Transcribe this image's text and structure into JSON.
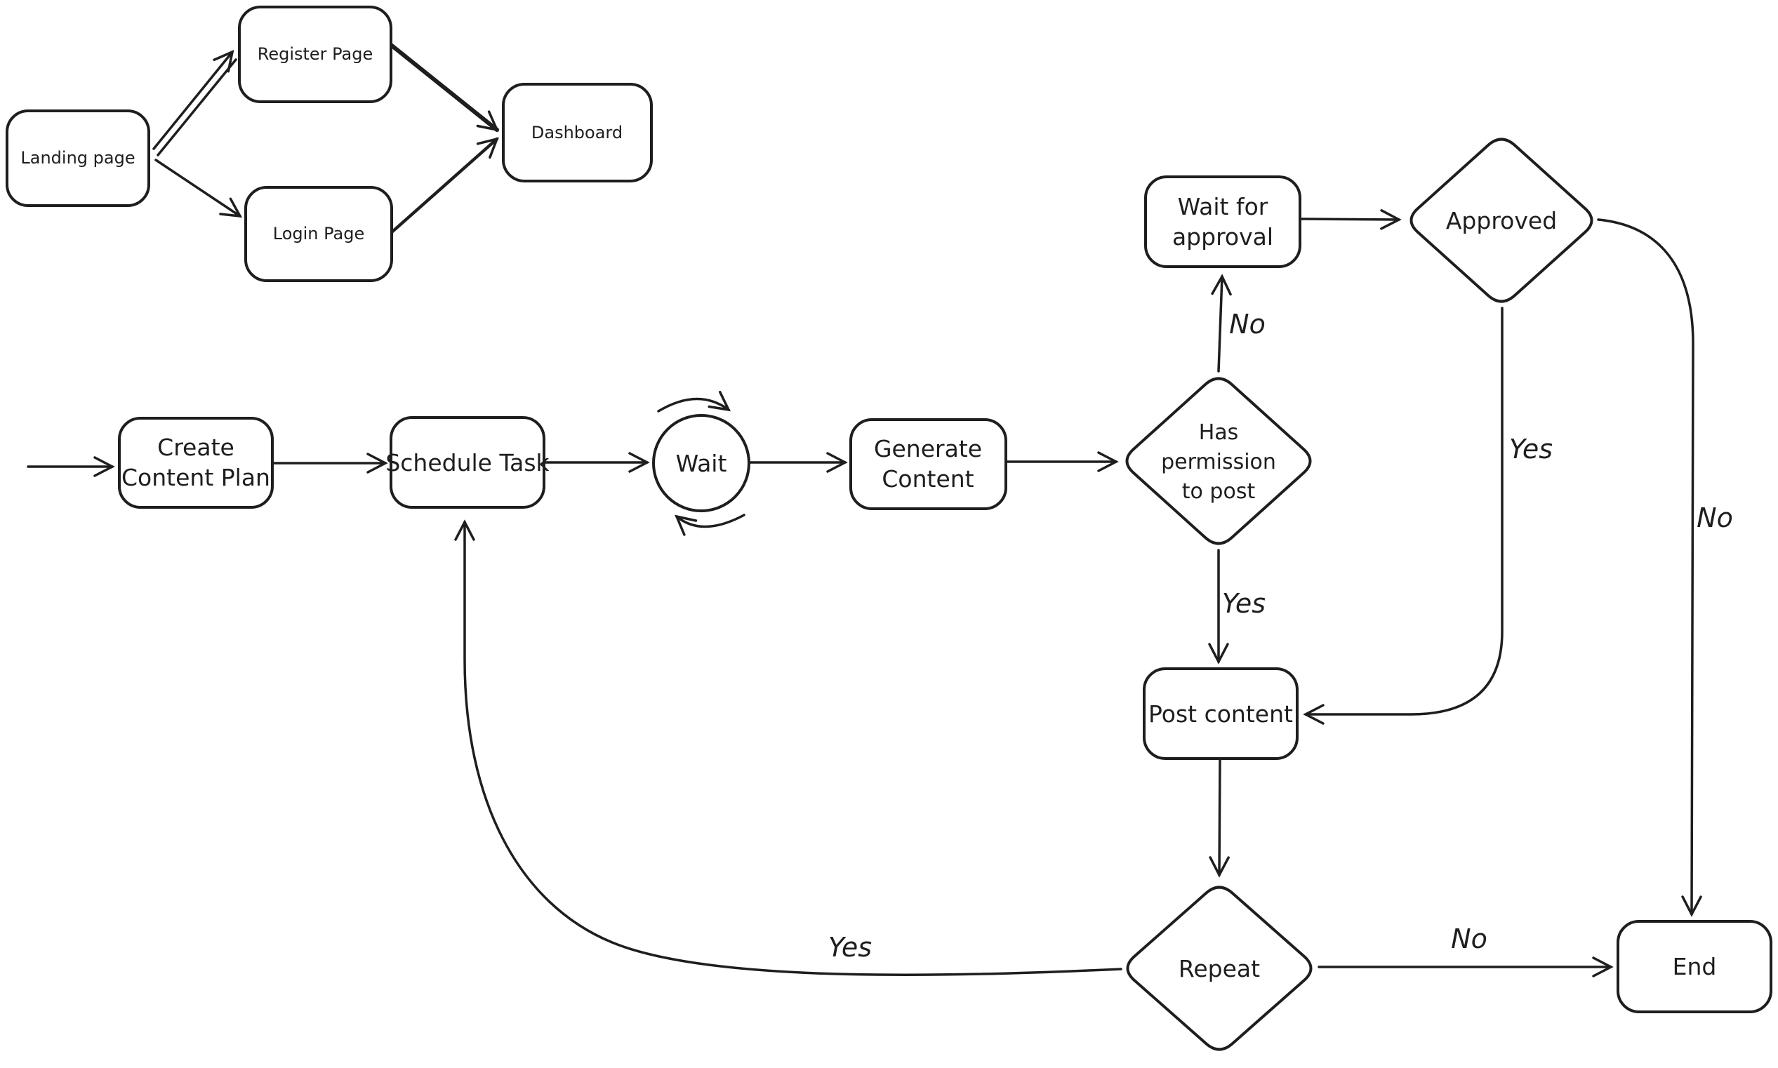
{
  "auth_flow": {
    "landing": {
      "label": "Landing page"
    },
    "register": {
      "label": "Register Page"
    },
    "login": {
      "label": "Login Page"
    },
    "dashboard": {
      "label": "Dashboard"
    }
  },
  "content_flow": {
    "create_plan": {
      "line1": "Create",
      "line2": "Content Plan"
    },
    "schedule": {
      "label": "Schedule Task"
    },
    "wait": {
      "label": "Wait"
    },
    "generate": {
      "line1": "Generate",
      "line2": "Content"
    },
    "has_permission": {
      "line1": "Has",
      "line2": "permission",
      "line3": "to post"
    },
    "wait_approval": {
      "line1": "Wait for",
      "line2": "approval"
    },
    "approved": {
      "label": "Approved"
    },
    "post_content": {
      "label": "Post content"
    },
    "repeat": {
      "label": "Repeat"
    },
    "end": {
      "label": "End"
    }
  },
  "edge_labels": {
    "has_permission_no": "No",
    "has_permission_yes": "Yes",
    "approved_yes": "Yes",
    "approved_no": "No",
    "repeat_yes": "Yes",
    "repeat_no": "No"
  },
  "colors": {
    "stroke": "#1e1e1e",
    "background": "#ffffff"
  }
}
